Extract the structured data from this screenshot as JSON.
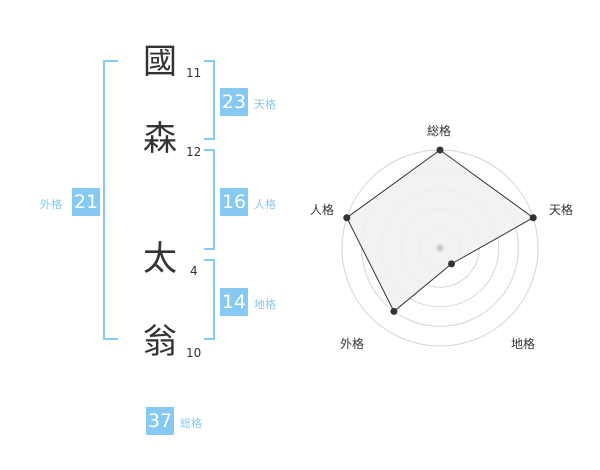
{
  "name": {
    "characters": [
      {
        "char": "國",
        "strokes": "11"
      },
      {
        "char": "森",
        "strokes": "12"
      },
      {
        "char": "太",
        "strokes": "4"
      },
      {
        "char": "翁",
        "strokes": "10"
      }
    ]
  },
  "fortune": {
    "tenkaku": {
      "value": "23",
      "label": "天格"
    },
    "jinkaku": {
      "value": "16",
      "label": "人格"
    },
    "chikaku": {
      "value": "14",
      "label": "地格"
    },
    "gaikaku": {
      "value": "21",
      "label": "外格"
    },
    "soukaku": {
      "value": "37",
      "label": "総格"
    }
  },
  "colors": {
    "accent": "#86c9f2",
    "text": "#333333",
    "radar_fill": "#f0f0f0"
  },
  "chart_data": {
    "type": "radar",
    "axes": [
      "総格",
      "天格",
      "地格",
      "外格",
      "人格"
    ],
    "levels": 5,
    "values": [
      5,
      5,
      1,
      4,
      5
    ],
    "max": 5
  }
}
